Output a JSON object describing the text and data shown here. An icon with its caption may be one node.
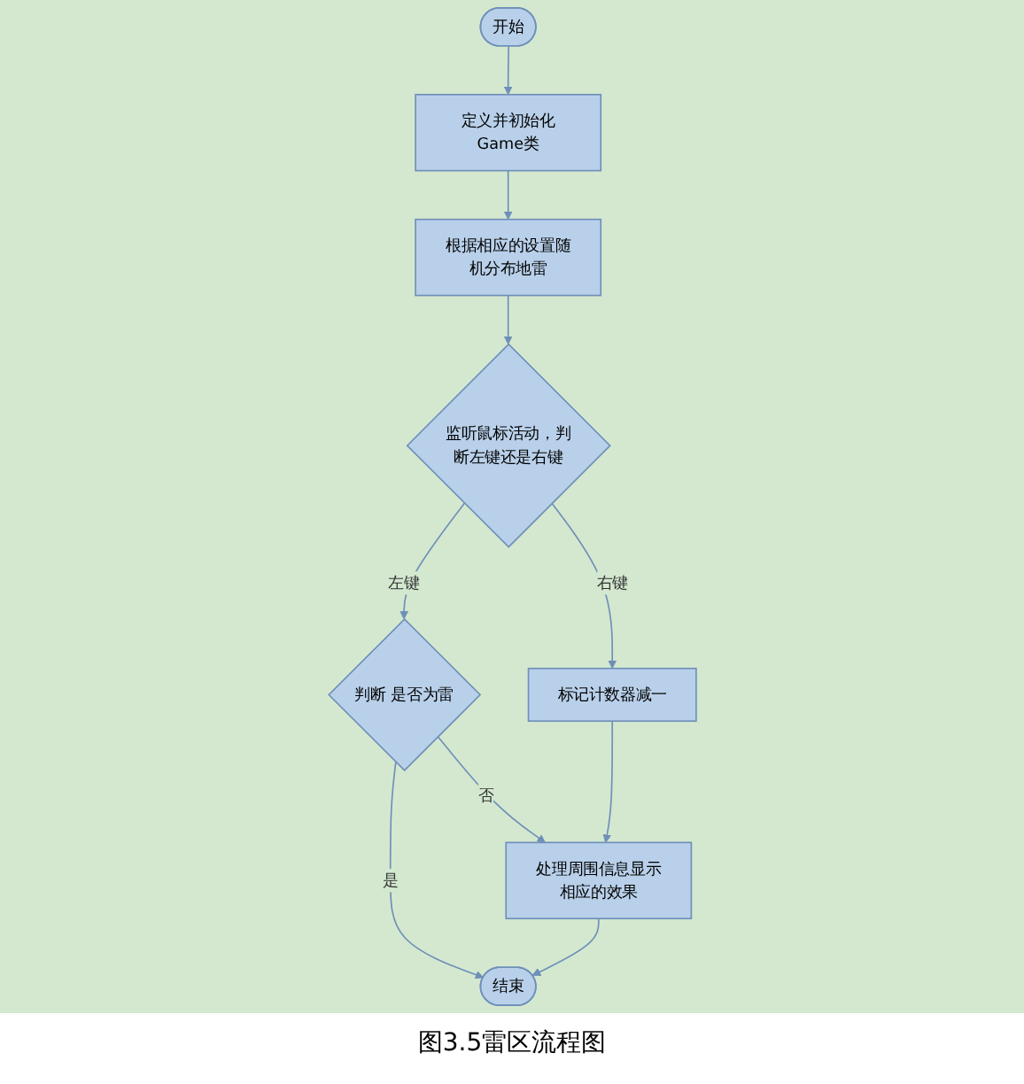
{
  "diagram": {
    "caption": "图3.5雷区流程图",
    "nodes": [
      {
        "text": [
          "开始"
        ]
      },
      {
        "text": [
          "定义并初始化Game类"
        ]
      },
      {
        "text": [
          "根据相应的设置随机分布地雷"
        ]
      },
      {
        "text": [
          "监听鼠标活动，判断左键还是右键"
        ]
      },
      {
        "text": [
          "判断 是否为雷"
        ]
      },
      {
        "text": [
          "标记计数器减一"
        ]
      },
      {
        "text": [
          "处理周围信息显示相应的效果"
        ]
      },
      {
        "text": [
          "结束"
        ]
      }
    ],
    "edges": [
      {
        "from": 0,
        "to": 1,
        "arrow": "to"
      },
      {
        "from": 1,
        "to": 2,
        "arrow": "to"
      },
      {
        "from": 2,
        "to": 3,
        "arrow": "to"
      },
      {
        "from": 3,
        "to": 4,
        "arrow": "to",
        "label": "左键"
      },
      {
        "from": 3,
        "to": 5,
        "arrow": "to",
        "label": "右键"
      },
      {
        "from": 4,
        "to": 7,
        "arrow": "to",
        "label": "是"
      },
      {
        "from": 4,
        "to": 6,
        "arrow": "to",
        "label": "否"
      },
      {
        "from": 5,
        "to": 6,
        "arrow": "to"
      },
      {
        "from": 6,
        "to": 7,
        "arrow": "to"
      }
    ]
  }
}
